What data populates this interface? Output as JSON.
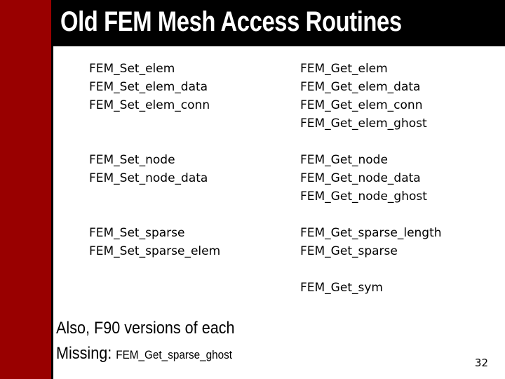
{
  "slide": {
    "title": "Old FEM Mesh Access Routines",
    "left_column": {
      "group1": [
        "FEM_Set_elem",
        "FEM_Set_elem_data",
        "FEM_Set_elem_conn"
      ],
      "group2": [
        "FEM_Set_node",
        "FEM_Set_node_data"
      ],
      "group3": [
        "FEM_Set_sparse",
        "FEM_Set_sparse_elem"
      ]
    },
    "right_column": {
      "group1": [
        "FEM_Get_elem",
        "FEM_Get_elem_data",
        "FEM_Get_elem_conn",
        "FEM_Get_elem_ghost"
      ],
      "group2": [
        "FEM_Get_node",
        "FEM_Get_node_data",
        "FEM_Get_node_ghost"
      ],
      "group3": [
        "FEM_Get_sparse_length",
        "FEM_Get_sparse"
      ],
      "group4": [
        "FEM_Get_sym"
      ]
    },
    "note_also": "Also, F90 versions of each",
    "note_missing_label": "Missing: ",
    "note_missing_value": "FEM_Get_sparse_ghost",
    "page_number": "32"
  },
  "colors": {
    "side_bar": "#990000",
    "title_bar": "#000000",
    "title_text": "#ffffff"
  }
}
